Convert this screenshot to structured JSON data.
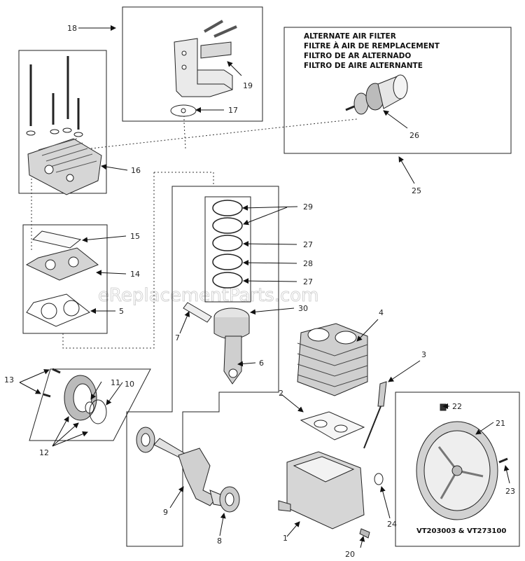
{
  "watermark": "eReplacementParts.com",
  "alt_filter_lines": [
    "ALTERNATE AIR FILTER",
    "FILTRE À AIR DE REMPLACEMENT",
    "FILTRO DE AR ALTERNADO",
    "FILTRO DE AIRE ALTERNANTE"
  ],
  "model_caption": "VT203003 & VT273100",
  "callouts": {
    "c1": "1",
    "c2": "2",
    "c3": "3",
    "c4": "4",
    "c5": "5",
    "c6": "6",
    "c7": "7",
    "c8": "8",
    "c9": "9",
    "c10": "10",
    "c11": "11",
    "c12": "12",
    "c13": "13",
    "c14": "14",
    "c15": "15",
    "c16": "16",
    "c17": "17",
    "c18": "18",
    "c19": "19",
    "c20": "20",
    "c21": "21",
    "c22": "22",
    "c23": "23",
    "c24": "24",
    "c25": "25",
    "c26": "26",
    "c27a": "27",
    "c27b": "27",
    "c28": "28",
    "c29": "29",
    "c30": "30"
  }
}
